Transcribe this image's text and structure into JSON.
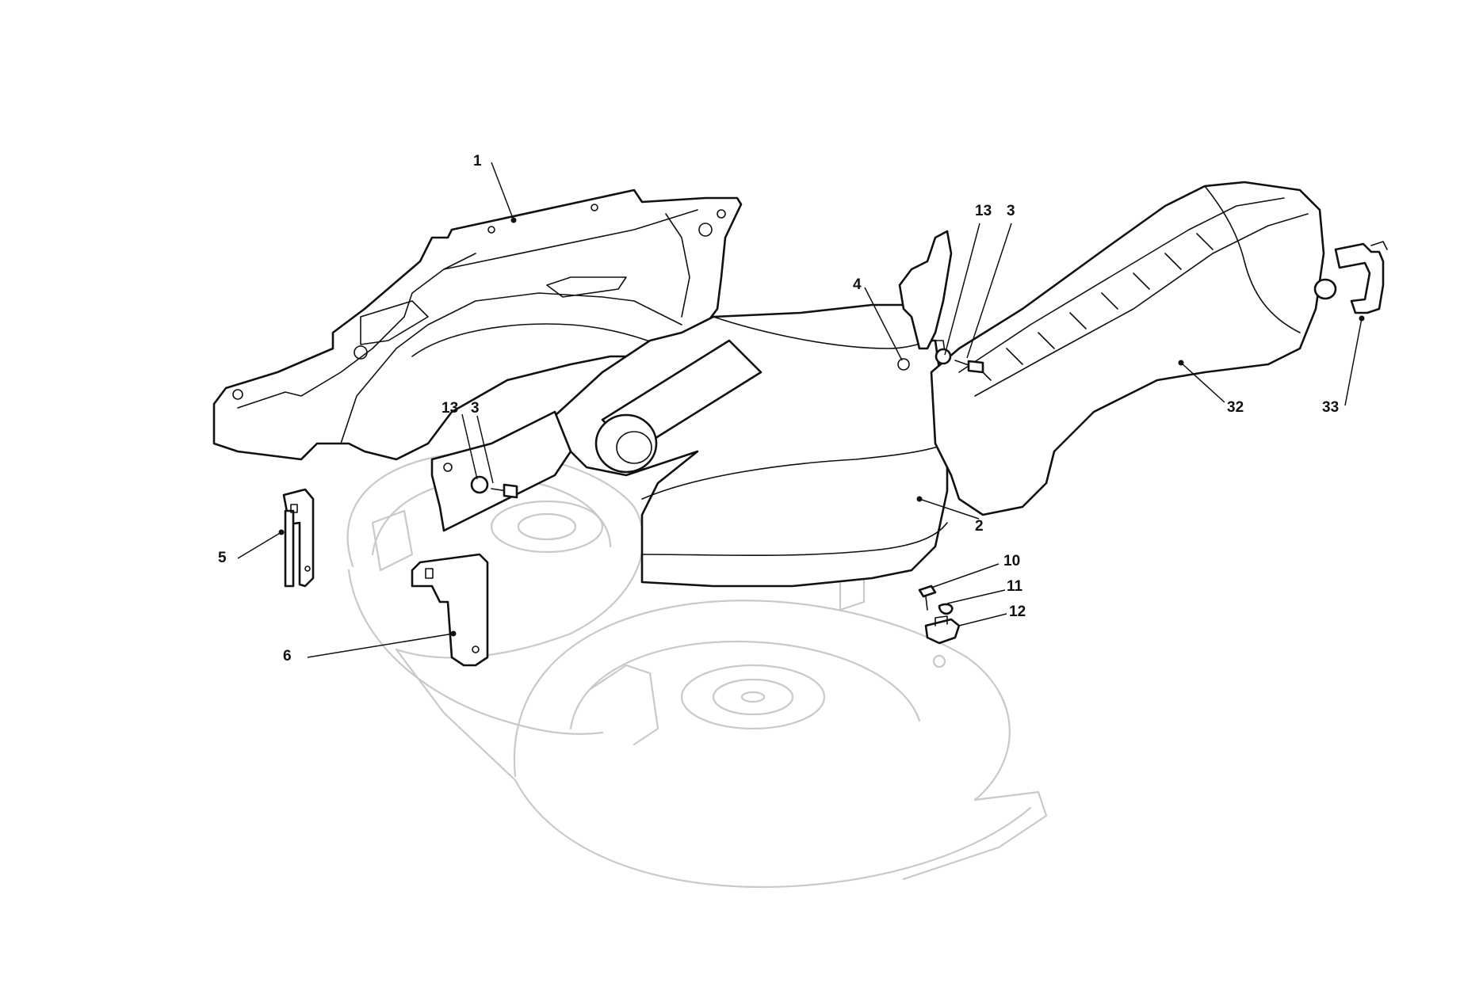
{
  "callouts": [
    {
      "id": "c1",
      "text": "1"
    },
    {
      "id": "c2",
      "text": "2"
    },
    {
      "id": "c3a",
      "text": "3"
    },
    {
      "id": "c3b",
      "text": "3"
    },
    {
      "id": "c4",
      "text": "4"
    },
    {
      "id": "c5",
      "text": "5"
    },
    {
      "id": "c6",
      "text": "6"
    },
    {
      "id": "c10",
      "text": "10"
    },
    {
      "id": "c11",
      "text": "11"
    },
    {
      "id": "c12",
      "text": "12"
    },
    {
      "id": "c13a",
      "text": "13"
    },
    {
      "id": "c13b",
      "text": "13"
    },
    {
      "id": "c32",
      "text": "32"
    },
    {
      "id": "c33",
      "text": "33"
    }
  ],
  "colors": {
    "line": "#111111",
    "ghost": "#c9c9c9",
    "background": "#ffffff"
  }
}
